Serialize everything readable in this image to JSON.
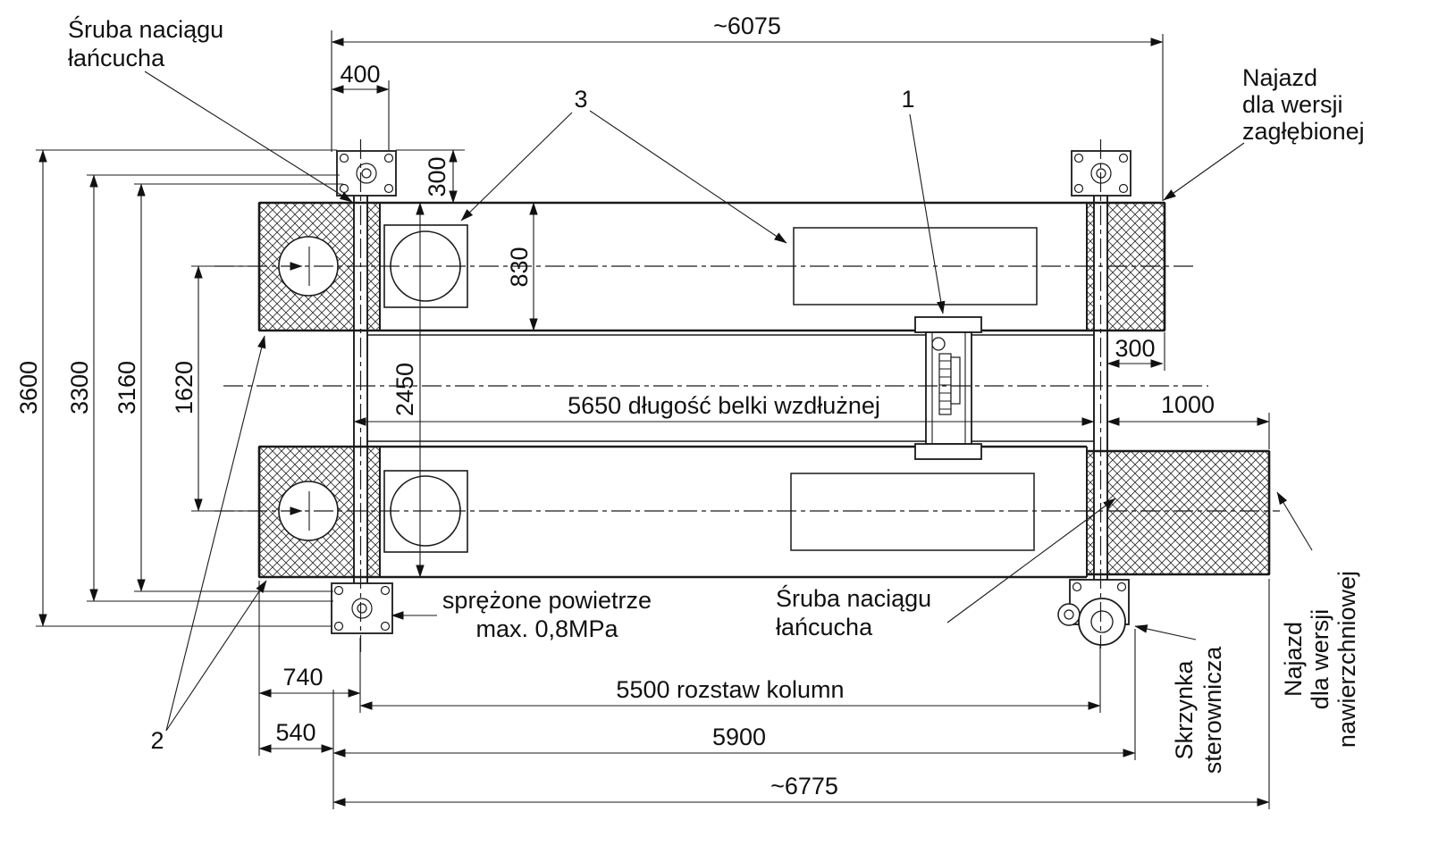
{
  "drawing": {
    "kind": "technical plan view of a two-platform vehicle lift",
    "units": "mm",
    "line_color": "#1a1a1a",
    "background": "#ffffff"
  },
  "callouts": {
    "chain_screw_top": {
      "l1": "Śruba naciągu",
      "l2": "łańcucha"
    },
    "chain_screw_bottom": {
      "l1": "Śruba naciągu",
      "l2": "łańcucha"
    },
    "ramp_recessed": {
      "l1": "Najazd",
      "l2": "dla wersji",
      "l3": "zagłębionej"
    },
    "ramp_surface": {
      "l1": "Najazd",
      "l2": "dla wersji",
      "l3": "nawierzchniowej"
    },
    "air_supply": {
      "l1": "sprężone powietrze",
      "l2": "max. 0,8MPa"
    },
    "control_box": {
      "l1": "Skrzynka",
      "l2": "sterownicza"
    },
    "part_1": "1",
    "part_2": "2",
    "part_3": "3"
  },
  "dimensions": {
    "overall_top": "~6075",
    "offset_400": "400",
    "offset_300_top": "300",
    "platform_width_830": "830",
    "overall_width_3600": "3600",
    "width_3300": "3300",
    "width_3160": "3160",
    "platform_centers_1620": "1620",
    "platforms_outer_2450": "2450",
    "beam_length_5650": "5650 długość belki wzdłużnej",
    "offset_300_right": "300",
    "ramp_length_1000": "1000",
    "offset_740": "740",
    "column_spacing_5500": "5500 rozstaw kolumn",
    "offset_540": "540",
    "length_5900": "5900",
    "overall_bottom": "~6775"
  }
}
